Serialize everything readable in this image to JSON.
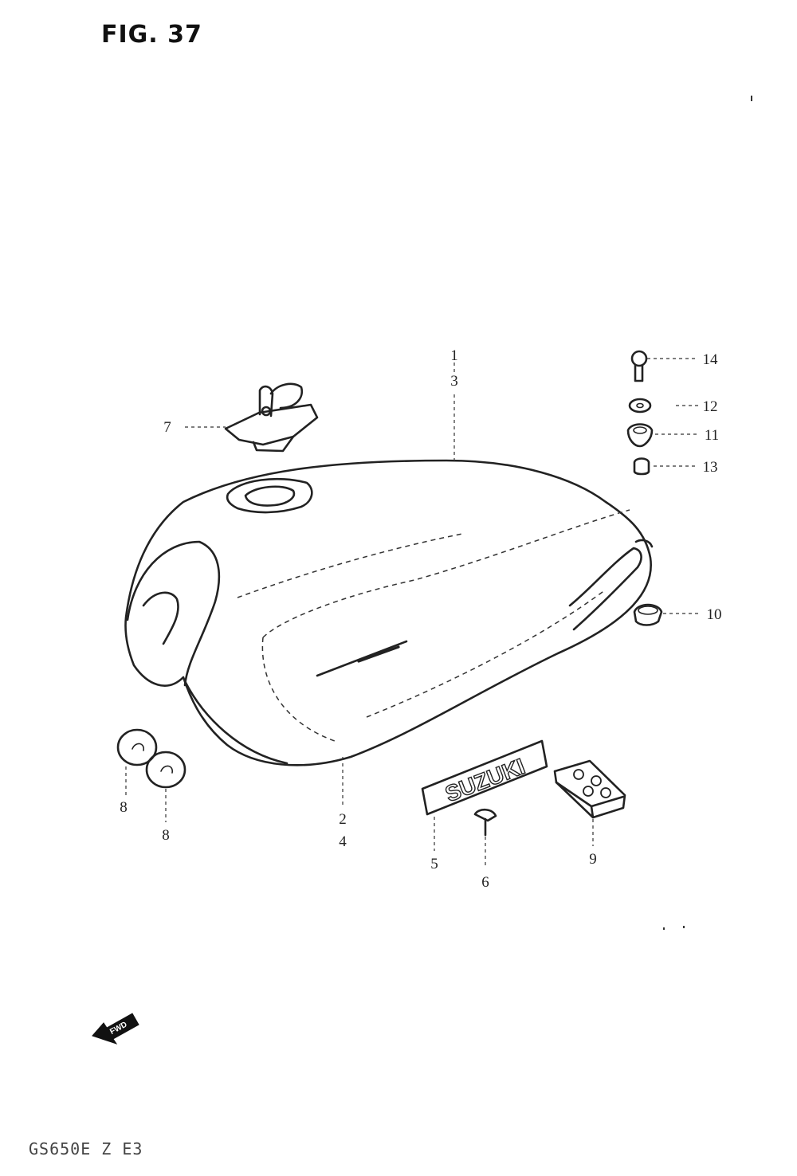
{
  "figure": {
    "title": "FIG. 37"
  },
  "footer": {
    "code": "GS650E Z E3"
  },
  "direction": {
    "label": "FWD"
  },
  "callouts": {
    "p1": "1",
    "p3": "3",
    "p2": "2",
    "p4": "4",
    "p5": "5",
    "p6": "6",
    "p7": "7",
    "p8a": "8",
    "p8b": "8",
    "p9": "9",
    "p10": "10",
    "p11": "11",
    "p12": "12",
    "p13": "13",
    "p14": "14"
  },
  "emblem": {
    "text": "SUZUKI"
  }
}
